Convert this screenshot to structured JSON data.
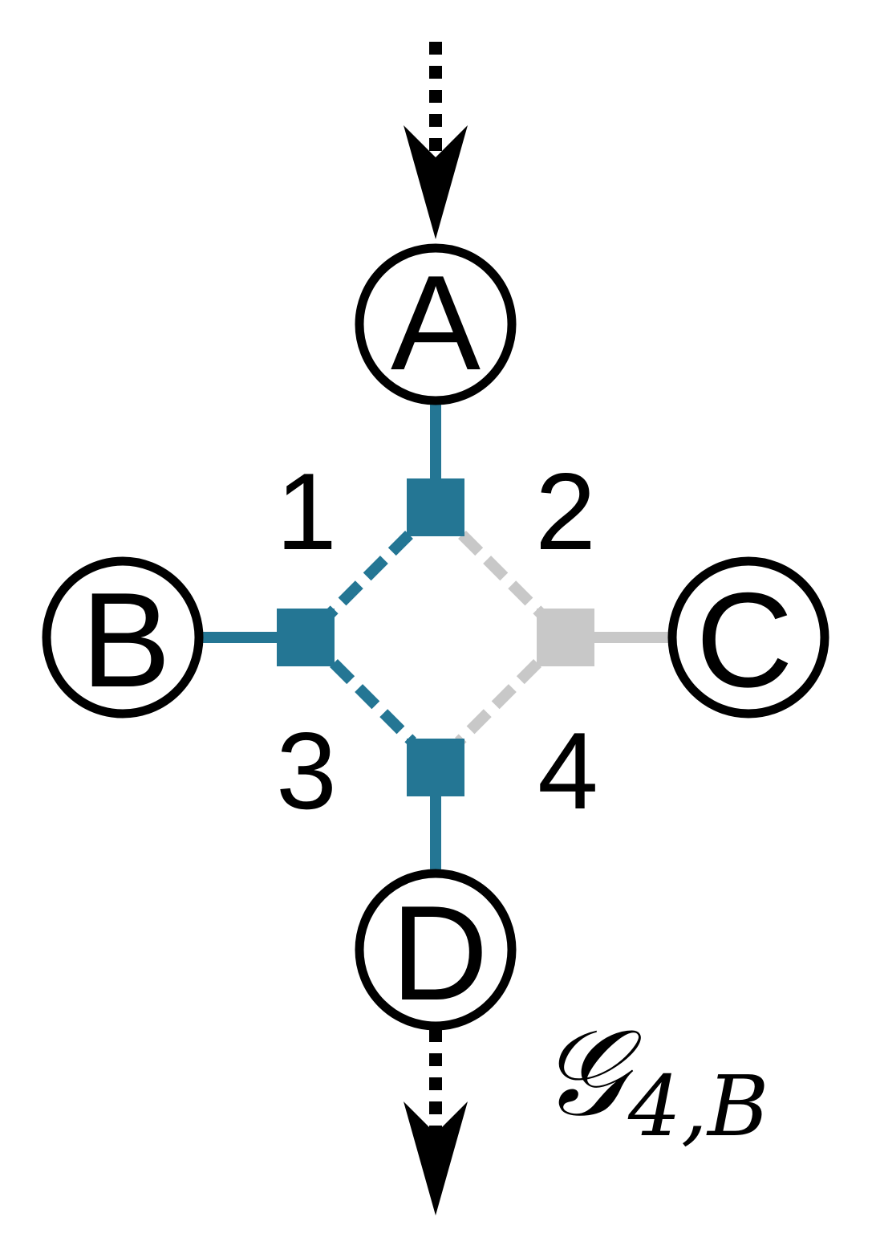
{
  "nodes": {
    "a": "A",
    "b": "B",
    "c": "C",
    "d": "D"
  },
  "ports": {
    "p1": "1",
    "p2": "2",
    "p3": "3",
    "p4": "4"
  },
  "graph_label": {
    "symbol": "𝒢",
    "subscript": "4,B"
  },
  "colors": {
    "active": "#247694",
    "inactive": "#c8c8c8",
    "outline": "#000000",
    "background": "#ffffff"
  }
}
